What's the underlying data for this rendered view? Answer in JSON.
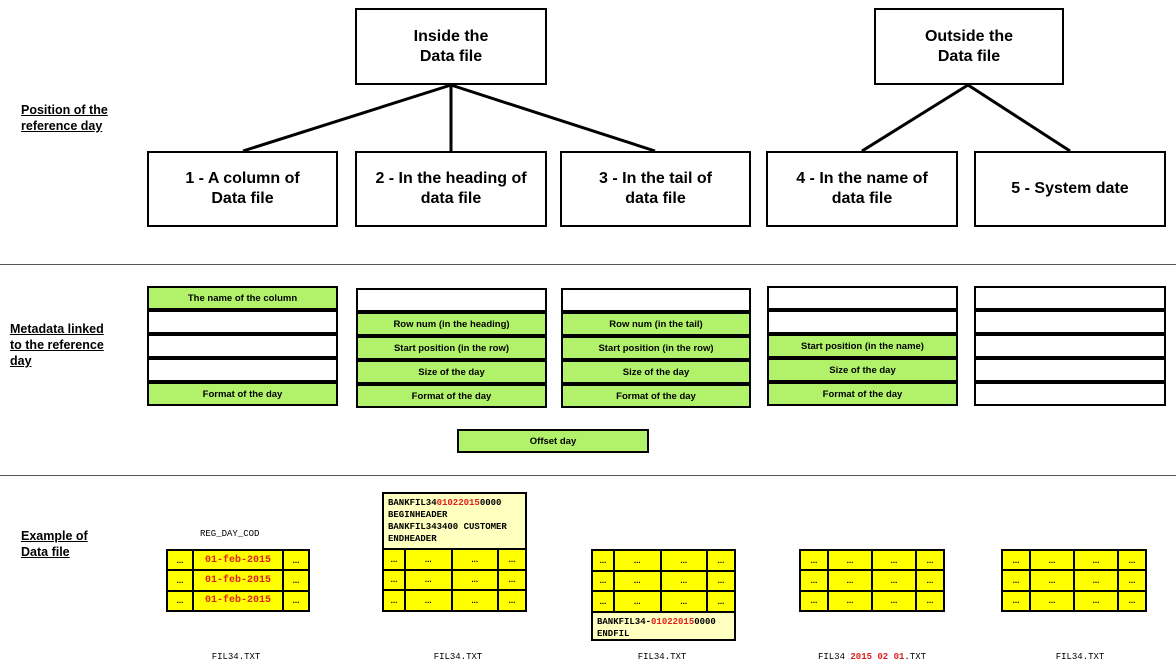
{
  "sections": {
    "position": "Position of the\nreference day",
    "metadata": "Metadata linked\nto the reference\nday",
    "example": "Example of\nData file"
  },
  "groups": {
    "inside": "Inside the\nData file",
    "outside": "Outside the\nData file"
  },
  "positions": [
    "1 - A column of\nData file",
    "2 - In the heading of\ndata file",
    "3 - In the tail of\ndata file",
    "4 - In the name of\ndata file",
    "5 - System date"
  ],
  "metadata": {
    "col1": [
      "The name of the column",
      "",
      "",
      "",
      "Format of the day"
    ],
    "col2": [
      "",
      "Row num (in the heading)",
      "Start position (in the row)",
      "Size of the day",
      "Format of the day"
    ],
    "col3": [
      "",
      "Row num (in the tail)",
      "Start position (in the row)",
      "Size of the day",
      "Format of the day"
    ],
    "col4": [
      "",
      "",
      "Start position (in the name)",
      "Size of the day",
      "Format of the day"
    ],
    "col5": [
      "",
      "",
      "",
      "",
      ""
    ],
    "offset": "Offset day"
  },
  "examples": {
    "column_name": "REG_DAY_COD",
    "ellipsis": "...",
    "dates": [
      "01-feb-2015",
      "01-feb-2015",
      "01-feb-2015"
    ],
    "header": {
      "line1_pre": "BANKFIL34",
      "line1_hl": "01022015",
      "line1_post": "0000",
      "line2": "BEGINHEADER",
      "line3": "BANKFIL343400 CUSTOMER",
      "line4": "ENDHEADER"
    },
    "tail": {
      "line1_pre": "BANKFIL34-",
      "line1_hl": "01022015",
      "line1_post": "0000",
      "line2": "ENDFIL"
    },
    "filenames": {
      "f1": "FIL34.TXT",
      "f2": "FIL34.TXT",
      "f3": "FIL34.TXT",
      "f4_pre": "FIL34 ",
      "f4_hl": "2015 02 01",
      "f4_post": ".TXT",
      "f5": "FIL34.TXT"
    }
  },
  "colors": {
    "green": "#b2f26a",
    "yellow": "#ffff00",
    "red": "#e02020"
  }
}
